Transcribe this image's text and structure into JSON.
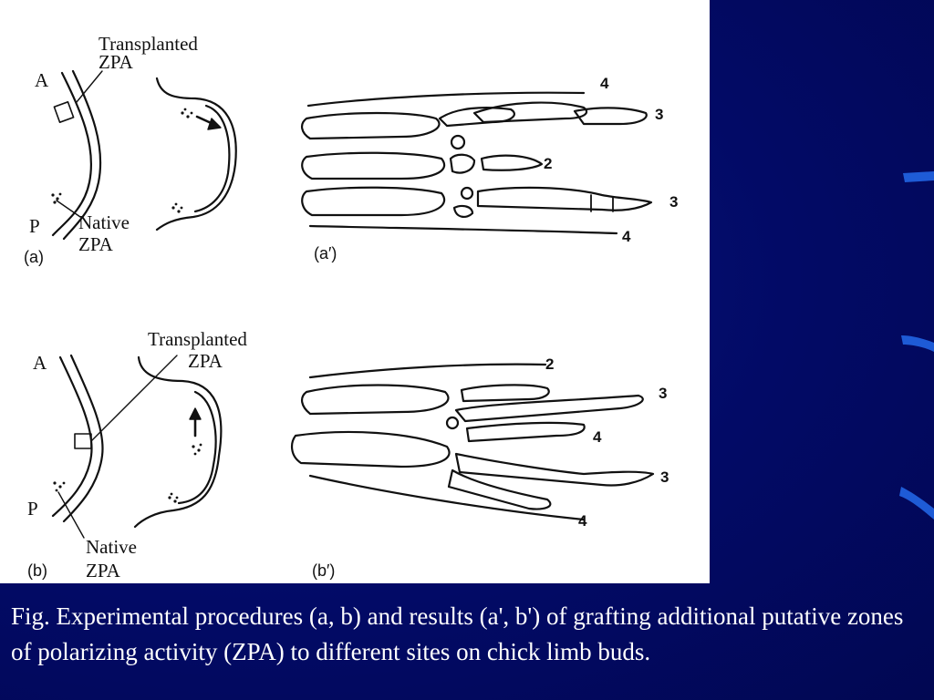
{
  "figure": {
    "panel_a": {
      "label": "(a)",
      "anterior_label": "A",
      "posterior_label": "P",
      "transplanted_label_line1": "Transplanted",
      "transplanted_label_line2": "ZPA",
      "native_label_line1": "Native",
      "native_label_line2": "ZPA"
    },
    "panel_a_prime": {
      "label": "(a′)",
      "digit_labels": [
        "4",
        "3",
        "2",
        "3",
        "4"
      ]
    },
    "panel_b": {
      "label": "(b)",
      "anterior_label": "A",
      "posterior_label": "P",
      "transplanted_label_line1": "Transplanted",
      "transplanted_label_line2": "ZPA",
      "native_label_line1": "Native",
      "native_label_line2": "ZPA"
    },
    "panel_b_prime": {
      "label": "(b′)",
      "digit_labels": [
        "2",
        "3",
        "4",
        "3",
        "4"
      ]
    }
  },
  "caption": "Fig. Experimental procedures (a, b) and results (a', b') of grafting additional putative zones of polarizing activity (ZPA) to different sites on chick limb buds.",
  "colors": {
    "background": "#020a66",
    "figure_background": "#ffffff",
    "accent_stroke": "#1e5bd6",
    "caption_text": "#ffffff",
    "ink": "#111111"
  }
}
